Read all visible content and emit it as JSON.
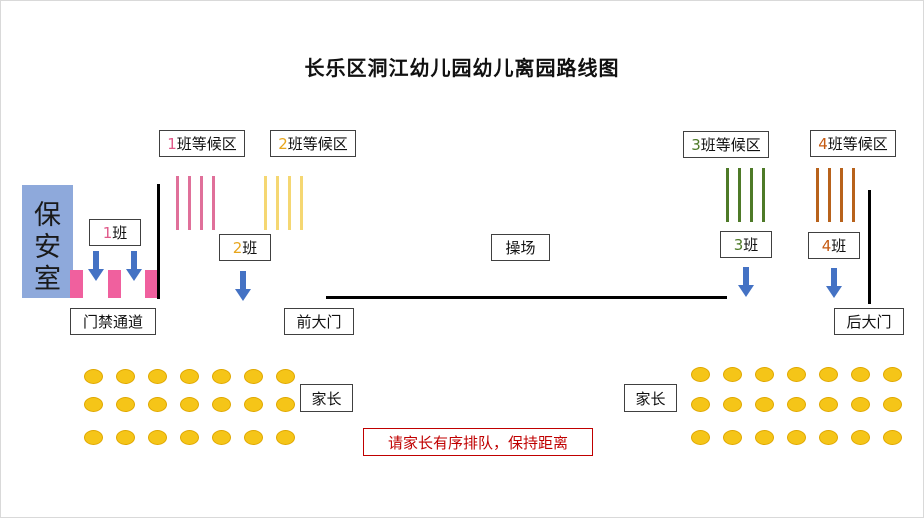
{
  "title": "长乐区洞江幼儿园幼儿离园路线图",
  "guard_room": [
    "保",
    "安",
    "室"
  ],
  "zones": [
    {
      "num": "1",
      "rest": "班等候区",
      "color": "#e05a8a",
      "stripe": "#e0709a"
    },
    {
      "num": "2",
      "rest": "班等候区",
      "color": "#e7a51c",
      "stripe": "#f5d772"
    },
    {
      "num": "3",
      "rest": "班等候区",
      "color": "#4e7a28",
      "stripe": "#4e7a28"
    },
    {
      "num": "4",
      "rest": "班等候区",
      "color": "#c55a11",
      "stripe": "#b8621b"
    }
  ],
  "classes": [
    {
      "num": "1",
      "rest": "班",
      "color": "#e05a8a"
    },
    {
      "num": "2",
      "rest": "班",
      "color": "#e7a51c"
    },
    {
      "num": "3",
      "rest": "班",
      "color": "#4e7a28"
    },
    {
      "num": "4",
      "rest": "班",
      "color": "#c55a11"
    }
  ],
  "labels": {
    "playground": "操场",
    "passage": "门禁通道",
    "front_gate": "前大门",
    "back_gate": "后大门",
    "parents_left": "家长",
    "parents_right": "家长"
  },
  "notice": "请家长有序排队，保持距离",
  "colors": {
    "arrow": "#4472c4",
    "dot": "#f5c518",
    "guard": "#8ea9db",
    "pink": "#f0609e"
  }
}
